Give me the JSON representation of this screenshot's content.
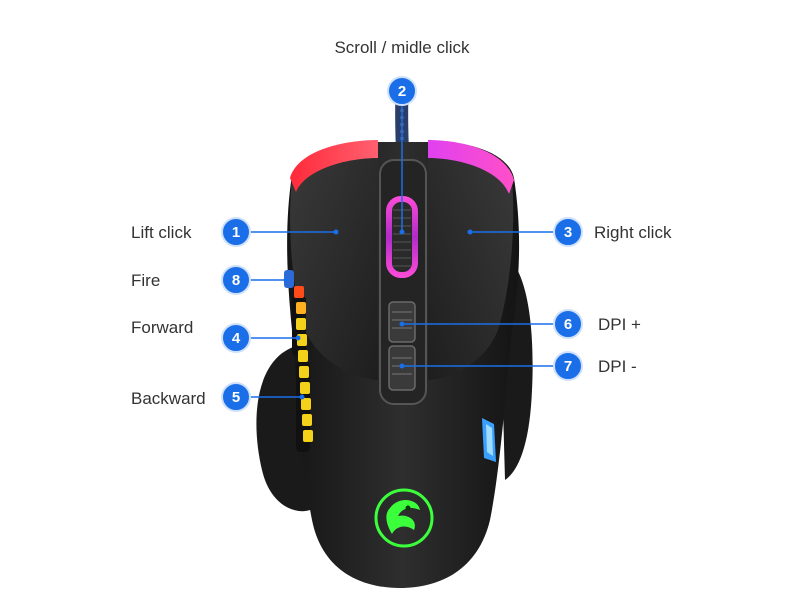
{
  "colors": {
    "accent": "#1a6fe8",
    "mouse_body": "#1f1f1f",
    "rgb_red": "#ff2a3a",
    "rgb_magenta": "#e040f0",
    "rgb_yellow": "#f5d21a",
    "logo_green": "#3cff3c",
    "label_text": "#333333"
  },
  "callouts": [
    {
      "number": "2",
      "label": "Scroll / midle click"
    },
    {
      "number": "1",
      "label": "Lift click"
    },
    {
      "number": "3",
      "label": "Right click"
    },
    {
      "number": "8",
      "label": "Fire"
    },
    {
      "number": "4",
      "label": "Forward"
    },
    {
      "number": "6",
      "label": "DPI +"
    },
    {
      "number": "7",
      "label": "DPI -"
    },
    {
      "number": "5",
      "label": "Backward"
    }
  ],
  "product": {
    "icon": "dragon-logo-icon"
  }
}
